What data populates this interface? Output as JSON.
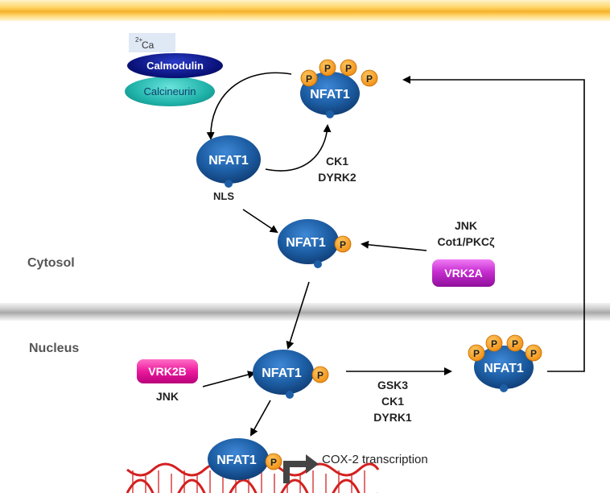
{
  "membranes": {
    "plasma": "plasma-membrane",
    "nuclear": "nuclear-membrane"
  },
  "regions": {
    "cytosol": "Cytosol",
    "nucleus": "Nucleus"
  },
  "calcium": {
    "symbol": "Ca",
    "charge": "2+"
  },
  "complexes": {
    "calmodulin": "Calmodulin",
    "calcineurin": "Calcineurin"
  },
  "protein_name": "NFAT1",
  "phospho_label": "P",
  "nls_label": "NLS",
  "kinases": {
    "cyto_export": [
      "CK1",
      "DYRK2"
    ],
    "cyto_import": [
      "JNK",
      "Cot1/PKCζ"
    ],
    "vrk2a": "VRK2A",
    "vrk2b": "VRK2B",
    "nuclear_jnk": "JNK",
    "nuclear_export": [
      "GSK3",
      "CK1",
      "DYRK1"
    ]
  },
  "transcription": "COX-2 transcription",
  "colors": {
    "protein": "#1d5fa6",
    "phospho": "#f39c1e",
    "vrk2a": "#b41ec0",
    "vrk2b": "#e0199a",
    "dna": "#d42020"
  }
}
